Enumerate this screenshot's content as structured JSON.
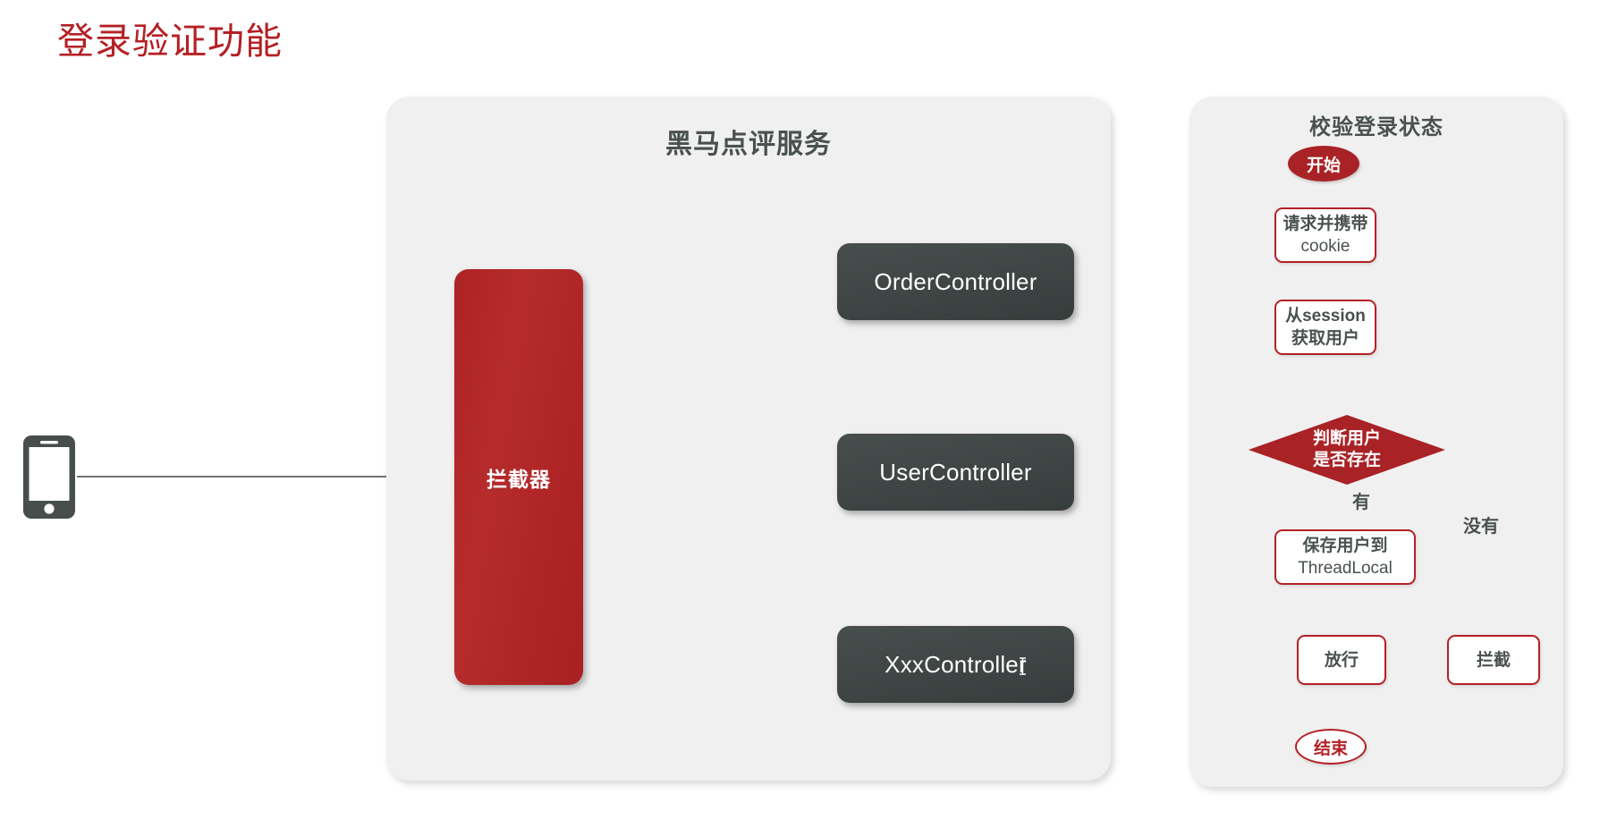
{
  "page": {
    "title": "登录验证功能",
    "title_color": "#b42025",
    "background": "#ffffff"
  },
  "colors": {
    "accent_red": "#b42025",
    "panel_bg": "#f0f0f0",
    "controller_dark": "#3f4645",
    "text_gray": "#4a5150",
    "connector_gray": "#5a6160"
  },
  "client": {
    "icon": "smartphone-icon",
    "connector_label": ""
  },
  "service_panel": {
    "title": "黑马点评服务",
    "interceptor": {
      "label": "拦截器"
    },
    "controllers": [
      {
        "id": "order",
        "label": "OrderController"
      },
      {
        "id": "user",
        "label": "UserController"
      },
      {
        "id": "xxx",
        "label": "XxxController"
      }
    ]
  },
  "flow_panel": {
    "title": "校验登录状态",
    "nodes": [
      {
        "id": "start",
        "type": "terminal",
        "label": "开始"
      },
      {
        "id": "request",
        "type": "process",
        "line1": "请求并携带",
        "line2": "cookie"
      },
      {
        "id": "session",
        "type": "process",
        "line1": "从session",
        "line2": "获取用户"
      },
      {
        "id": "decision",
        "type": "decision",
        "line1": "判断用户",
        "line2": "是否存在"
      },
      {
        "id": "save",
        "type": "process",
        "line1": "保存用户到",
        "line2": "ThreadLocal"
      },
      {
        "id": "pass",
        "type": "process",
        "line1": "放行",
        "line2": ""
      },
      {
        "id": "block",
        "type": "process",
        "line1": "拦截",
        "line2": ""
      },
      {
        "id": "end",
        "type": "terminal",
        "label": "结束"
      }
    ],
    "edge_labels": {
      "yes": "有",
      "no": "没有"
    }
  },
  "cursor": {
    "type": "text-ibeam-cursor"
  }
}
